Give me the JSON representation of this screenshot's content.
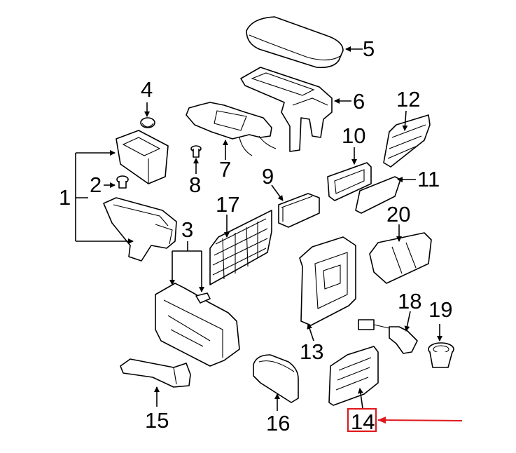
{
  "callouts": {
    "c1": "1",
    "c2": "2",
    "c3": "3",
    "c4": "4",
    "c5": "5",
    "c6": "6",
    "c7": "7",
    "c8": "8",
    "c9": "9",
    "c10": "10",
    "c11": "11",
    "c12": "12",
    "c13": "13",
    "c14": "14",
    "c15": "15",
    "c16": "16",
    "c17": "17",
    "c18": "18",
    "c19": "19",
    "c20": "20"
  },
  "highlight": {
    "part": "14",
    "color": "#e0191e"
  },
  "colors": {
    "line": "#000000",
    "background": "#ffffff",
    "highlight": "#e0191e"
  }
}
